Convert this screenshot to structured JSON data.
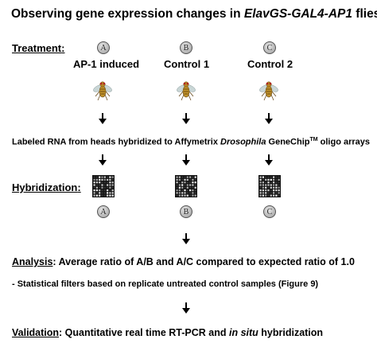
{
  "title": {
    "prefix": "Observing gene expression changes in ",
    "genotype": "ElavGS-GAL4-AP1",
    "suffix": " flies"
  },
  "treatment": {
    "label": "Treatment",
    "colon": ":",
    "columns": [
      {
        "badge": "A",
        "label": "AP-1 induced"
      },
      {
        "badge": "B",
        "label": "Control 1"
      },
      {
        "badge": "C",
        "label": "Control 2"
      }
    ]
  },
  "labeling": {
    "prefix": "Labeled RNA from heads hybridized to Affymetrix ",
    "organism": "Drosophila",
    "product": " GeneChip",
    "superscript": "TM",
    "suffix": " oligo arrays"
  },
  "hybridization": {
    "label": "Hybridization",
    "colon": ":",
    "badges": [
      "A",
      "B",
      "C"
    ]
  },
  "analysis": {
    "label": "Analysis",
    "text": ": Average ratio of A/B and A/C compared to expected ratio of 1.0",
    "note": "- Statistical filters based on replicate untreated control samples (Figure 9)"
  },
  "validation": {
    "label": "Validation",
    "text": ": Quantitative real time RT-PCR and ",
    "emphasis": "in situ",
    "suffix": " hybridization"
  },
  "icons": {
    "fly": "fruit-fly-icon",
    "arrow": "down-arrow-icon",
    "chip": "microarray-chip-icon"
  }
}
